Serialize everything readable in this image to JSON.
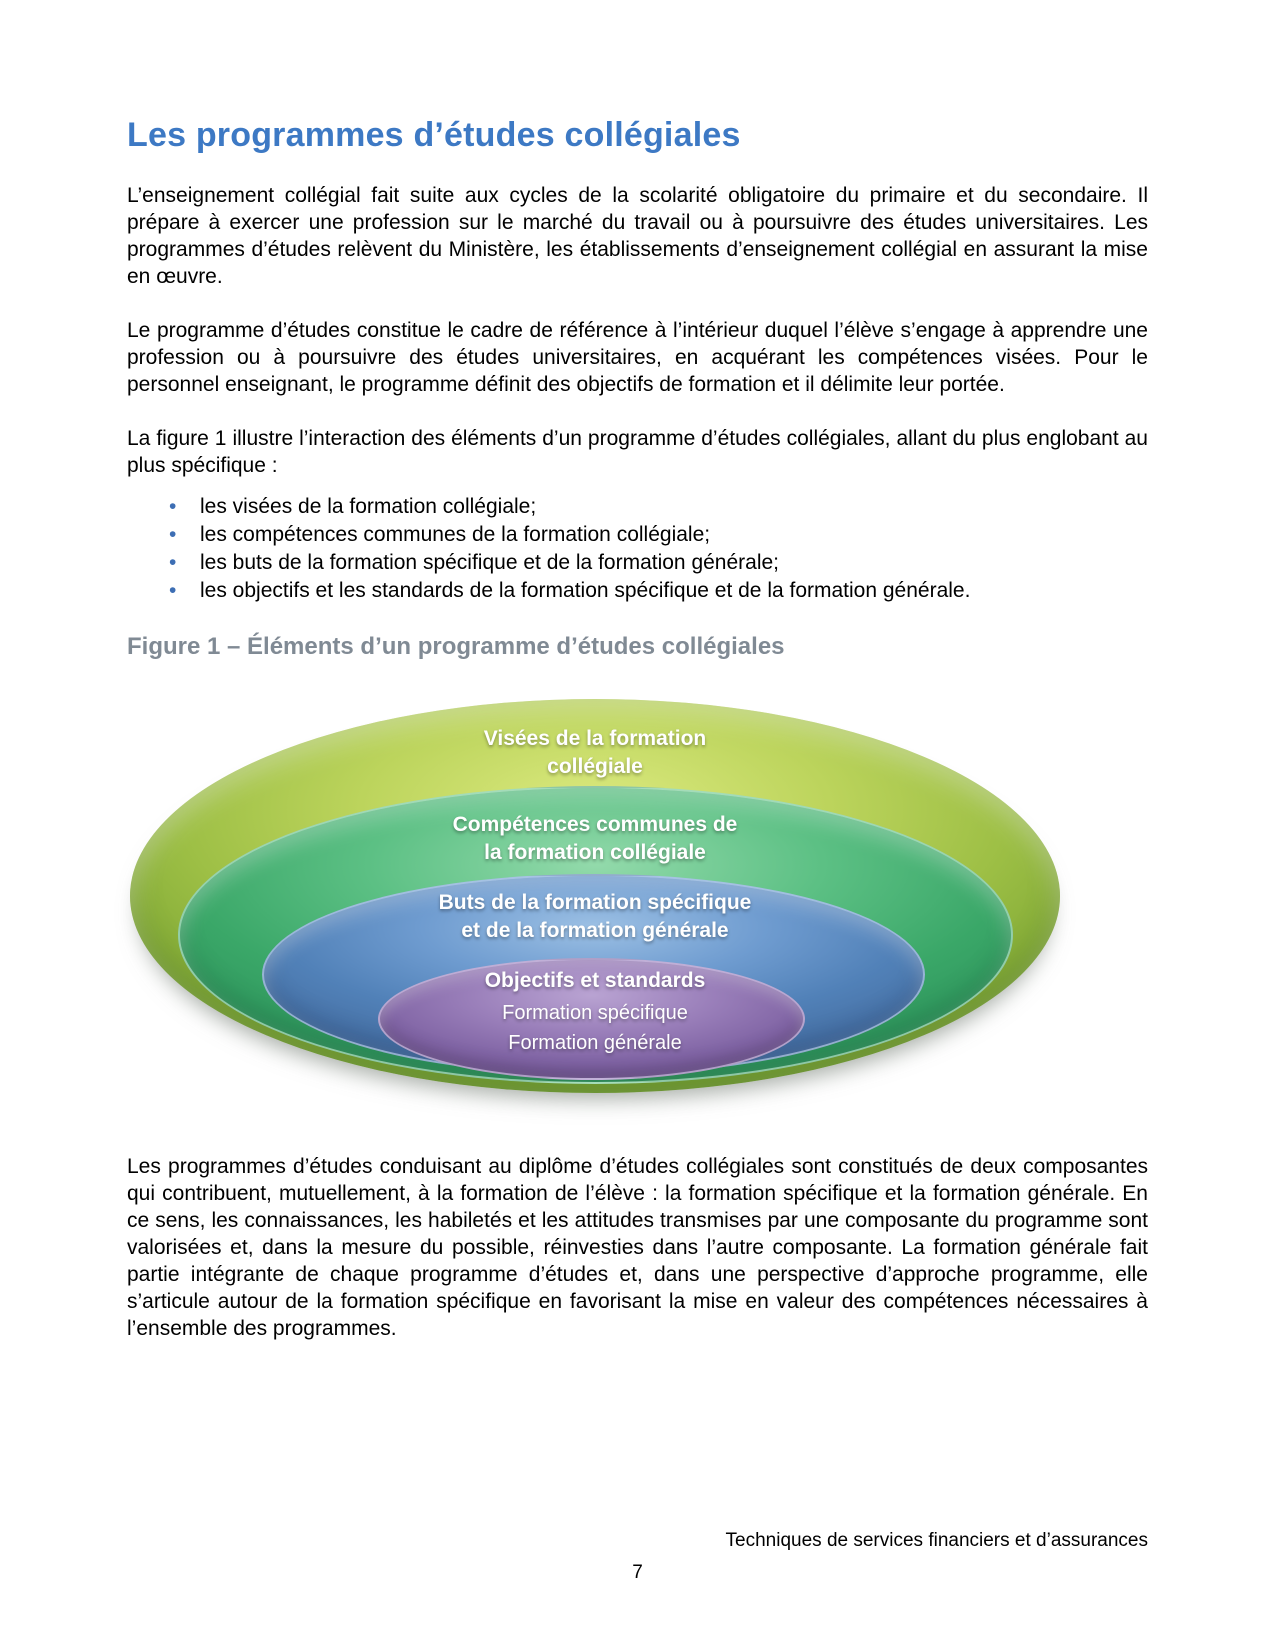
{
  "page": {
    "title": "Les programmes d’études collégiales",
    "paragraphs": {
      "p1": "L’enseignement collégial fait suite aux cycles de la scolarité obligatoire du primaire et du secondaire. Il prépare à exercer une profession sur le marché du travail ou à poursuivre des études universitaires. Les programmes d’études relèvent du Ministère, les établissements d’enseignement collégial en assurant la mise en œuvre.",
      "p2": "Le programme d’études constitue le cadre de référence à l’intérieur duquel l’élève s’engage à apprendre une profession ou à poursuivre des études universitaires, en acquérant les compétences visées. Pour le personnel enseignant, le programme définit des objectifs de formation et il délimite leur portée.",
      "p3": "La figure 1 illustre l’interaction des éléments d’un programme d’études collégiales, allant du plus englobant au plus spécifique :",
      "p4": "Les programmes d’études conduisant au diplôme d’études collégiales sont constitués de deux composantes qui contribuent, mutuellement, à la formation de l’élève : la formation spécifique et la formation générale. En ce sens, les connaissances, les habiletés et les attitudes transmises par une composante du programme sont valorisées et, dans la mesure du possible, réinvesties dans l’autre composante. La formation générale fait partie intégrante de chaque programme d’études et, dans une perspective d’approche programme, elle s’articule autour de la formation spécifique en favorisant la mise en valeur des compétences nécessaires à l’ensemble des programmes."
    },
    "bullets": [
      "les visées de la formation collégiale;",
      "les compétences communes de la formation collégiale;",
      "les buts de la formation spécifique et de la formation générale;",
      "les objectifs et les standards de la formation spécifique et de la formation générale."
    ],
    "figure": {
      "caption": "Figure 1 – Éléments d’un programme d’études collégiales"
    },
    "footer": {
      "right_text": "Techniques de services financiers et d’assurances",
      "page_number": "7"
    },
    "colors": {
      "title_blue": "#3d79c4",
      "caption_gray": "#808a94",
      "bullet_blue": "#3d6eb4"
    }
  },
  "diagram": {
    "levels": [
      {
        "id": "visees",
        "line1": "Visées de la formation",
        "line2": "collégiale",
        "color": "#9dbf45"
      },
      {
        "id": "competences",
        "line1": "Compétences communes de",
        "line2": "la formation collégiale",
        "color": "#3aa768"
      },
      {
        "id": "buts",
        "line1": "Buts de la formation spécifique",
        "line2": "et de la formation générale",
        "color": "#5181b8"
      },
      {
        "id": "objectifs",
        "title": "Objectifs et standards",
        "sub1": "Formation spécifique",
        "sub2": "Formation générale",
        "color": "#8165a5"
      }
    ]
  }
}
